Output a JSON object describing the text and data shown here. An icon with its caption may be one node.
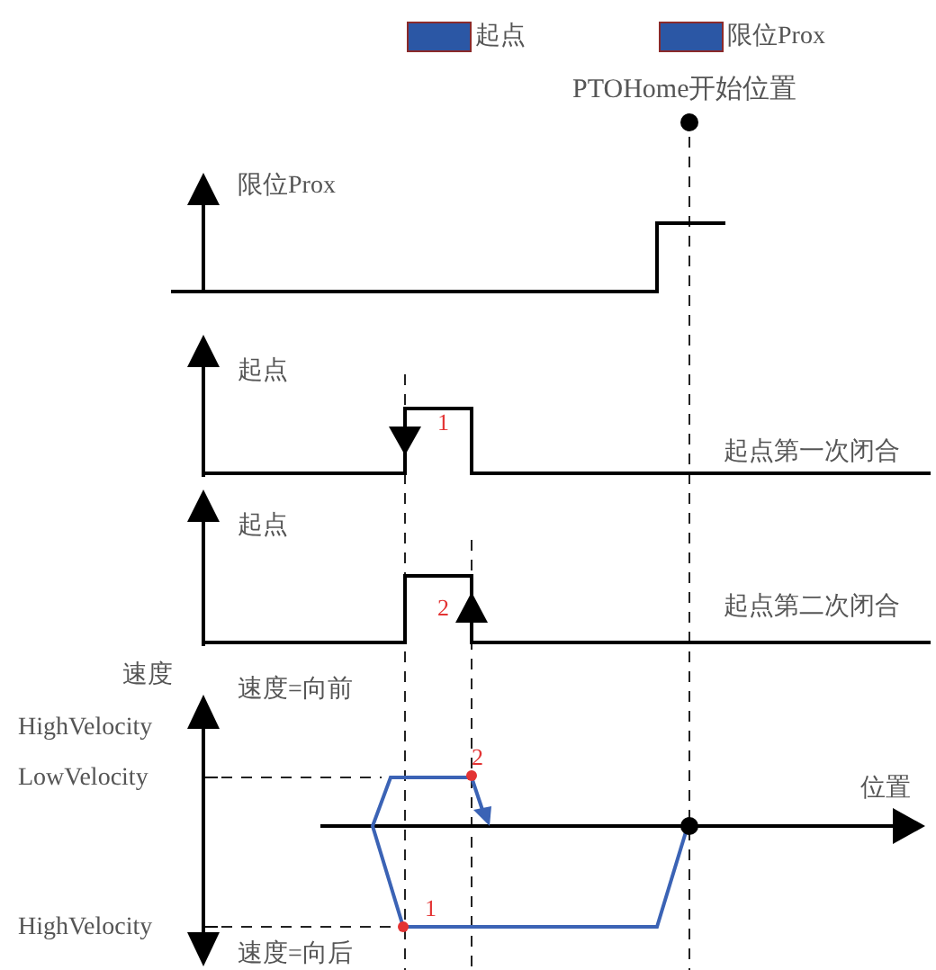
{
  "diagram": {
    "labels": [
      "PTOHome开始位置",
      "限位Prox",
      "起点",
      "1",
      "起点第一次闭合",
      "起点",
      "2",
      "起点第二次闭合",
      "速度",
      "速度=向前",
      "HighVelocity",
      "2",
      "LowVelocity",
      "位置",
      "HighVelocity",
      "1",
      "速度=向后"
    ],
    "legend": [
      {
        "text": "起点",
        "color": "#2b57a5"
      },
      {
        "text": "限位Prox",
        "color": "#2b57a5"
      }
    ]
  }
}
